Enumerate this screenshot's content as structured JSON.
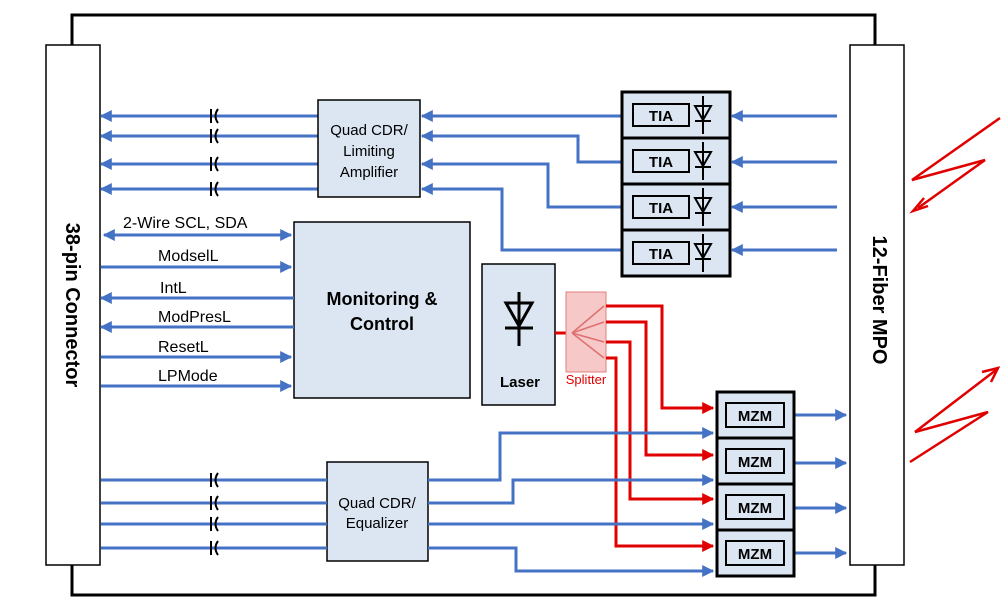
{
  "connectors": {
    "left": "38-pin Connector",
    "right": "12-Fiber MPO"
  },
  "blocks": {
    "quad_cdr_top": [
      "Quad CDR/",
      "Limiting",
      "Amplifier"
    ],
    "monitoring": [
      "Monitoring &",
      "Control"
    ],
    "laser": "Laser",
    "splitter": "Splitter",
    "quad_cdr_bottom": [
      "Quad CDR/",
      "Equalizer"
    ],
    "tia": [
      "TIA",
      "TIA",
      "TIA",
      "TIA"
    ],
    "mzm": [
      "MZM",
      "MZM",
      "MZM",
      "MZM"
    ]
  },
  "signals": {
    "twi": "2-Wire SCL, SDA",
    "modsel": "ModselL",
    "int": "IntL",
    "modpres": "ModPresL",
    "reset": "ResetL",
    "lpmode": "LPMode"
  },
  "colors": {
    "signal_line": "#4472C4",
    "optical_line": "#E00000",
    "block_fill": "#DCE6F2",
    "splitter_fill": "#F6C8C8",
    "outline": "#000000"
  }
}
